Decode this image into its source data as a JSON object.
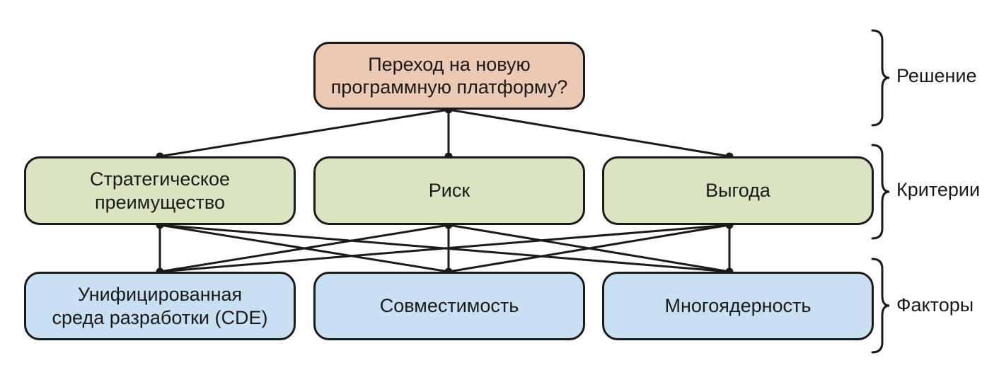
{
  "goal": {
    "label": "Переход на новую\nпрограммную платформу?",
    "fill": "#ebc9b3"
  },
  "criteria": [
    {
      "label": "Стратегическое\nпреимущество"
    },
    {
      "label": "Риск"
    },
    {
      "label": "Выгода"
    }
  ],
  "factors": [
    {
      "label": "Унифицированная\nсреда разработки (CDE)"
    },
    {
      "label": "Совместимость"
    },
    {
      "label": "Многоядерность"
    }
  ],
  "levels": {
    "decision": "Решение",
    "criteria": "Критерии",
    "factors": "Факторы"
  },
  "colors": {
    "goal": "#ebc9b3",
    "criteria": "#dbe4c0",
    "factors": "#c9dff2",
    "stroke": "#1a1a1a"
  }
}
